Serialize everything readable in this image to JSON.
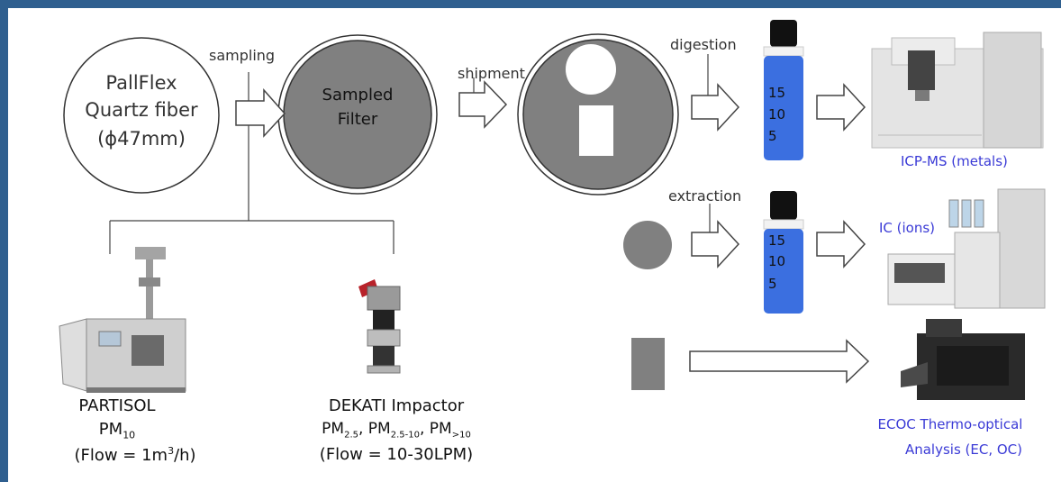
{
  "filter": {
    "line1": "PallFlex",
    "line2": "Quartz fiber",
    "line3": "(ϕ47mm)"
  },
  "steps": {
    "sampling": "sampling",
    "shipment": "shipment",
    "digestion": "digestion",
    "extraction": "extraction"
  },
  "sampled_filter": {
    "line1": "Sampled",
    "line2": "Filter"
  },
  "vial": {
    "marks": [
      "15",
      "10",
      "5"
    ]
  },
  "instruments": {
    "icpms": "ICP-MS (metals)",
    "ic": "IC (ions)",
    "ecoc_line1": "ECOC Thermo-optical",
    "ecoc_line2": "Analysis (EC, OC)"
  },
  "samplers": {
    "partisol": {
      "name": "PARTISOL",
      "pm_base": "PM",
      "pm_sub": "10",
      "flow_pre": "(Flow = 1m",
      "flow_sup": "3",
      "flow_post": "/h)"
    },
    "dekati": {
      "name": "DEKATI Impactor",
      "pm_a_base": "PM",
      "pm_a_sub": "2.5",
      "pm_b_base": ", PM",
      "pm_b_sub": "2.5-10",
      "pm_c_base": ", PM",
      "pm_c_sub": ">10",
      "flow": "(Flow = 10-30LPM)"
    }
  },
  "colors": {
    "frame": "#2f5f8f",
    "filter_gray": "#808080",
    "vial_blue": "#3b6fe0",
    "label_blue": "#3a3ad6"
  }
}
